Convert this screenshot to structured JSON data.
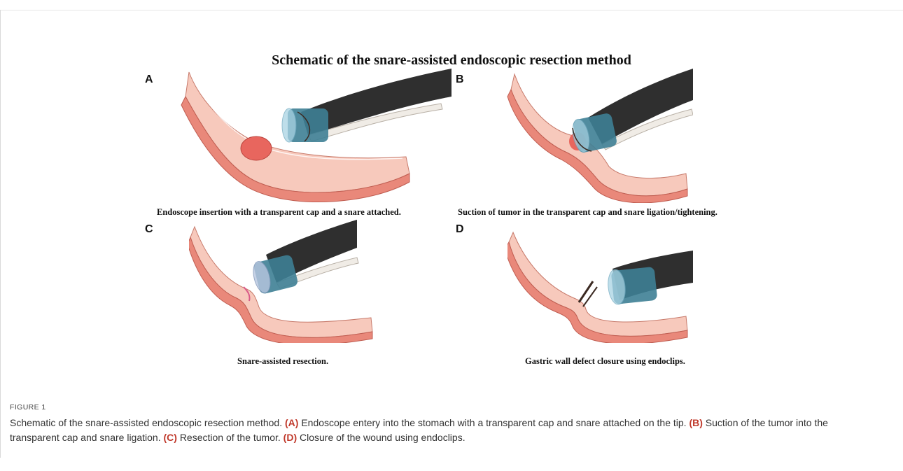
{
  "figure": {
    "title": "Schematic of the snare-assisted endoscopic resection method",
    "label": "FIGURE 1"
  },
  "panels": [
    {
      "letter": "A",
      "caption": "Endoscope insertion with a transparent cap and a snare attached."
    },
    {
      "letter": "B",
      "caption": "Suction of tumor in the transparent cap and snare ligation/tightening."
    },
    {
      "letter": "C",
      "caption": "Snare-assisted resection."
    },
    {
      "letter": "D",
      "caption": "Gastric wall defect closure using endoclips."
    }
  ],
  "caption": {
    "intro": "Schematic of the snare-assisted endoscopic resection method.",
    "a_tag": "(A)",
    "a_text": "Endoscope entery into the stomach with a transparent cap and snare attached on the tip.",
    "b_tag": "(B)",
    "b_text": "Suction of the tumor into the transparent cap and snare ligation.",
    "c_tag": "(C)",
    "c_text": "Resection of the tumor.",
    "d_tag": "(D)",
    "d_text": "Closure of the wound using endoclips."
  },
  "colors": {
    "tissue": "#f7c9bc",
    "tissue_side": "#e9887a",
    "tumor": "#e8665e",
    "cap": "#3e7f95",
    "scope": "#2f2f2f",
    "accent": "#c0392b"
  },
  "icons": [
    "stomach-wall-shape",
    "endoscope-shape",
    "transparent-cap-shape",
    "snare-loop-shape",
    "tumor-shape",
    "endoclip-shape"
  ]
}
